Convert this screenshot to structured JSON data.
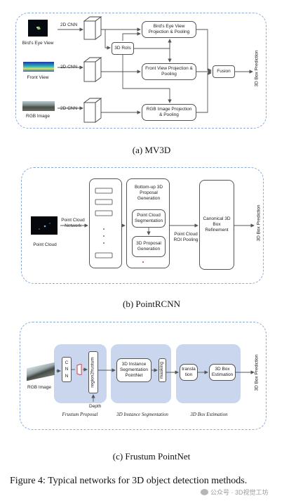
{
  "mv3d": {
    "inputs": [
      "Bird's Eye View",
      "Front View",
      "RGB Image"
    ],
    "cnn_label": "2D CNN",
    "rois": "3D RoIs",
    "bev_proj": "Bird's Eye View Projection & Pooling",
    "fv_proj": "Front View Projection & Pooling",
    "rgb_proj": "RGB Image Projection & Pooling",
    "fusion": "Fusion",
    "output": "3D Box Prediction",
    "caption": "(a) MV3D"
  },
  "pointrcnn": {
    "input": "Point Cloud",
    "network": "Point Cloud Network",
    "stage1_title": "Bottom-up 3D Proposal Generation",
    "seg": "Point Cloud Segmentation",
    "prop": "3D Proposal Generation",
    "roi_pool": "Point Cloud ROI Pooling",
    "refine": "Canonical 3D Box Refinement",
    "output": "3D Box Prediction",
    "caption": "(b) PointRCNN"
  },
  "frustum": {
    "input": "RGB Image",
    "cnn": "C N N",
    "region": "region2frustum",
    "depth": "Depth",
    "seg": "3D Instance Segmentation PointNet",
    "masking": "masking",
    "translation": "transla tion",
    "box_est": "3D Box Estimation",
    "stage_labels": [
      "Frustum Proposal",
      "3D Instance Segmentation",
      "3D Box Estimation"
    ],
    "output": "3D Box Prediction",
    "caption": "(c) Frustum PointNet"
  },
  "figure_caption": "Figure 4: Typical networks for 3D object detection methods.",
  "watermark": "公众号 · 3D视觉工坊",
  "colors": {
    "panel_border": "#8aaad8",
    "stage_fill": "#c9d6ee",
    "watermark": "#9a9a9a"
  }
}
